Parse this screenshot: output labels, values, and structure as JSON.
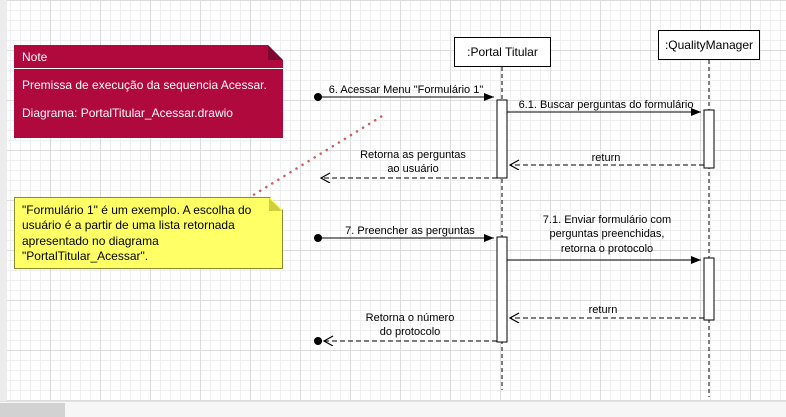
{
  "colors": {
    "note_bg": "#b0093e",
    "note_fold": "#7c0730",
    "sticky_bg": "#ffff66",
    "sticky_fold": "#cfcf3e",
    "connector": "#cd5c5c",
    "line": "#000000"
  },
  "note": {
    "title": "Note",
    "lines": [
      "Premissa de execução da sequencia Acessar.",
      "Diagrama: PortalTitular_Acessar.drawio"
    ]
  },
  "sticky": {
    "text": "\"Formulário 1\" é um exemplo. A escolha do usuário é a partir de uma lista retornada apresentado no diagrama \"PortalTitular_Acessar\"."
  },
  "actors": [
    {
      "label": ":Portal Titular"
    },
    {
      "label": ":QualityManager"
    }
  ],
  "messages": {
    "m6": "6. Acessar Menu \"Formulário 1\"",
    "m61": "6.1. Buscar perguntas do formulário",
    "return1": "return",
    "ret_perguntas": "Retorna as perguntas\nao usuário",
    "m7": "7. Preencher as perguntas",
    "m71": "7.1. Enviar formulário com\nperguntas preenchidas,\nretorna o protocolo",
    "return2": "return",
    "ret_protocolo": "Retorna o número\ndo protocolo"
  }
}
